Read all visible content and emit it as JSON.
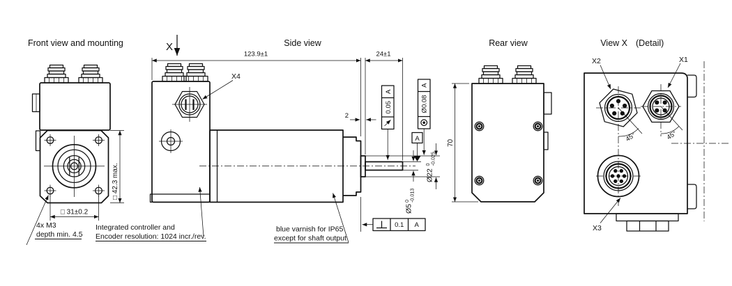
{
  "front_view": {
    "title": "Front view and mounting",
    "dim_flange_size": "□ 42.3 max.",
    "dim_hole_spacing": "□ 31±0.2",
    "note_mounting_holes": [
      "4x M3",
      "depth min. 4.5"
    ],
    "note_controller": [
      "Integrated controller and",
      "Encoder resolution: 1024 incr./rev."
    ]
  },
  "side_view": {
    "title": "Side view",
    "section_marker": "X",
    "dim_total_length": "123.9±1",
    "dim_shaft_length": "24±1",
    "dim_boss_height": "2",
    "label_connector_x4": "X4",
    "tol_runout": {
      "symbol": "circular-runout",
      "value": "0.05",
      "datum": "A"
    },
    "tol_concentricity": {
      "symbol": "concentricity",
      "value": "Ø0.08",
      "datum": "A"
    },
    "tol_perpendicularity": {
      "symbol": "perpendicularity",
      "value": "0.1",
      "datum": "A"
    },
    "datum_label": "A",
    "dim_pilot_diameter": {
      "value": "Ø22",
      "tol_upper": "0",
      "tol_lower": "-0.025"
    },
    "dim_shaft_diameter": {
      "value": "Ø5",
      "tol_upper": "0",
      "tol_lower": "-0.013"
    },
    "note_varnish": [
      "blue varnish for IP65",
      "except for shaft output"
    ]
  },
  "rear_view": {
    "title": "Rear view",
    "dim_height": "70"
  },
  "detail_view": {
    "title": "View X",
    "title_suffix": "(Detail)",
    "label_connector_x1": "X1",
    "label_connector_x2": "X2",
    "label_connector_x3": "X3",
    "angle_x2": "45°",
    "angle_x1": "45°"
  },
  "colors": {
    "ink": "#111111",
    "paper": "#ffffff"
  }
}
